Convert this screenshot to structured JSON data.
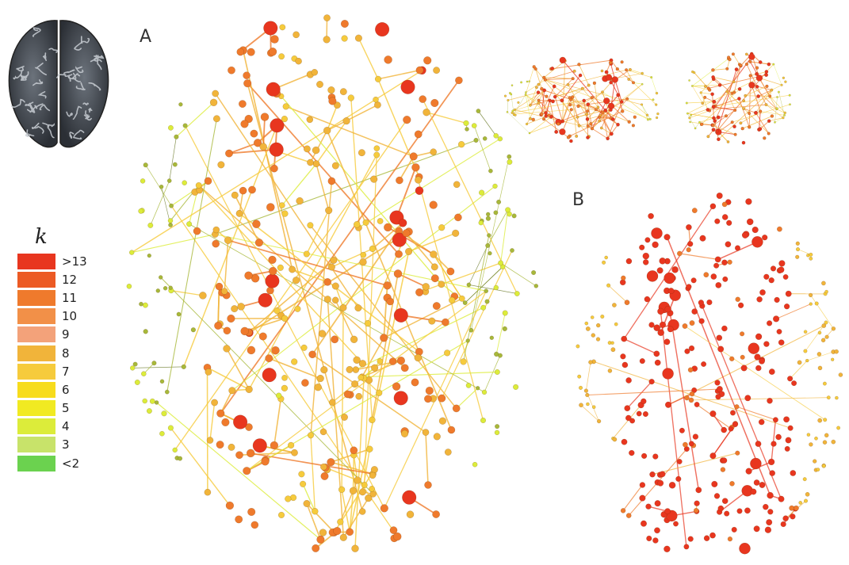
{
  "panels": {
    "a_label": "A",
    "b_label": "B"
  },
  "legend": {
    "title": "k",
    "items": [
      {
        "label": ">13",
        "color": "#e8361f"
      },
      {
        "label": "12",
        "color": "#ec5a24"
      },
      {
        "label": "11",
        "color": "#ef7a2c"
      },
      {
        "label": "10",
        "color": "#f29048"
      },
      {
        "label": "9",
        "color": "#f3a27a"
      },
      {
        "label": "8",
        "color": "#f1b43a"
      },
      {
        "label": "7",
        "color": "#f6cb3c"
      },
      {
        "label": "6",
        "color": "#f7dc1c"
      },
      {
        "label": "5",
        "color": "#f1ea22"
      },
      {
        "label": "4",
        "color": "#dcec3a"
      },
      {
        "label": "3",
        "color": "#c8e36a"
      },
      {
        "label": "<2",
        "color": "#6bd24f"
      }
    ]
  },
  "palette": {
    "edge_colors": [
      "#e8361f",
      "#ef7a2c",
      "#f1b43a",
      "#f6cb3c",
      "#dcec3a",
      "#a7b83a",
      "#6b7a2a"
    ],
    "cortex_fill": "#3e434a",
    "cortex_highlight": "#c9ced4"
  }
}
